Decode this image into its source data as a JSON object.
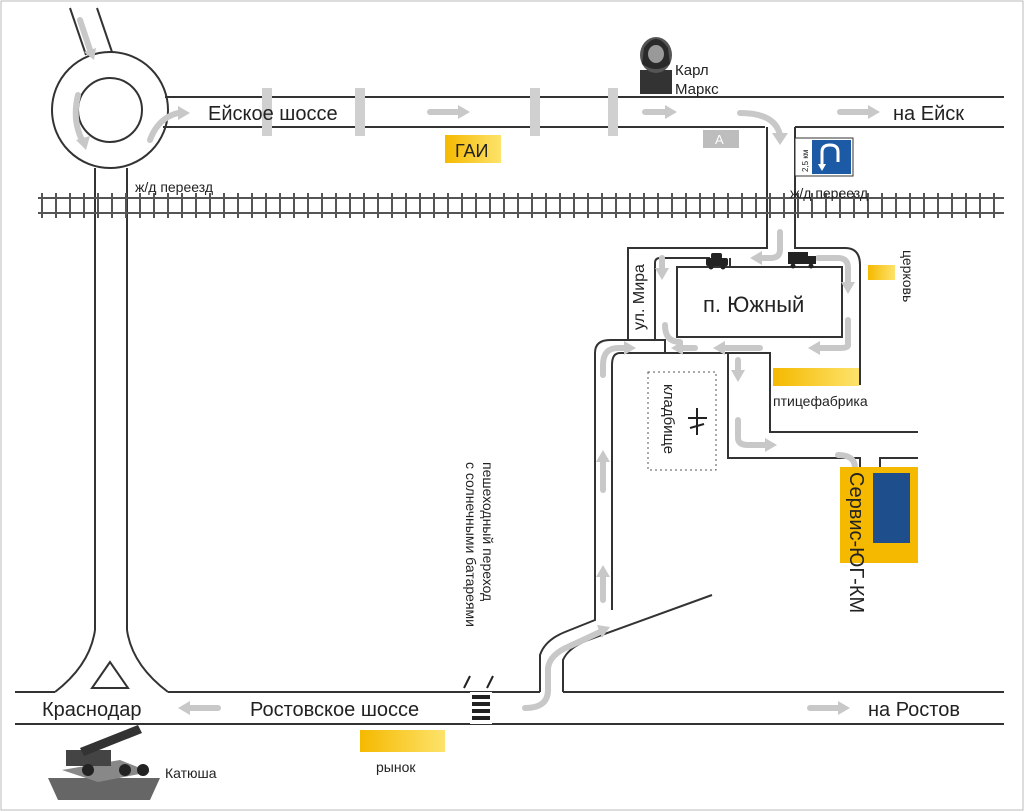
{
  "map": {
    "roads": {
      "yeysk_highway": "Ейское шоссе",
      "to_yeysk": "на Ейск",
      "rostov_highway": "Ростовское шоссе",
      "to_rostov": "на Ростов",
      "krasnodar": "Краснодар",
      "mira_street": "ул. Мира"
    },
    "crossings": {
      "rail_west": "ж/д переезд",
      "rail_east": "ж/д переезд",
      "pedestrian": "пешеходный переход с солнечными батареями",
      "pedestrian_line1": "пешеходный переход",
      "pedestrian_line2": "с солнечными батареями"
    },
    "places": {
      "gai": "ГАИ",
      "karl_marx_line1": "Карл",
      "karl_marx_line2": "Маркс",
      "settlement": "п. Южный",
      "church": "церковь",
      "poultry_farm": "птицефабрика",
      "cemetery": "кладбище",
      "service": "Сервис-ЮГ-КМ",
      "market": "рынок",
      "katyusha": "Катюша"
    },
    "signs": {
      "gas_station_letter": "A",
      "uturn_distance": "2,5 км"
    },
    "colors": {
      "marker_yellow": "#f5b900",
      "service_blue": "#1f4e8c",
      "sign_blue": "#1c5aa6",
      "arrow_gray": "#c8c8c8",
      "road_line": "#333333"
    },
    "icons": [
      "karl-marx-bust-icon",
      "car-icon",
      "truck-icon",
      "cross-icon",
      "katyusha-monument-icon",
      "u-turn-sign-icon"
    ]
  }
}
